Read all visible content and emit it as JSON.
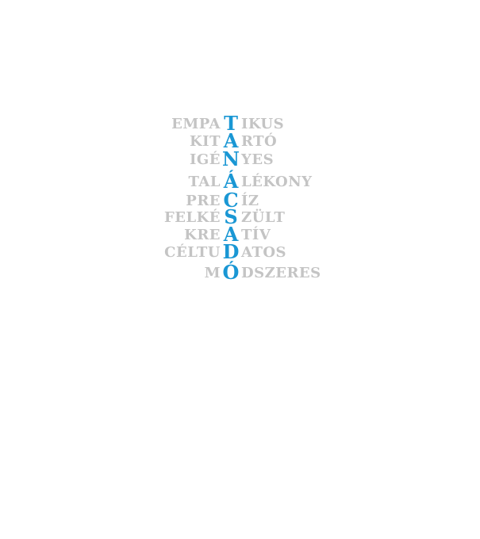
{
  "colors": {
    "background": "#ffffff",
    "accent": "#1a97d4",
    "text": "#c4c4c4"
  },
  "acrostic": {
    "key_word": "TANÁCSADÓ",
    "rows": [
      {
        "pre": "EMPA",
        "key": "T",
        "post": "IKUS"
      },
      {
        "pre": "KIT",
        "key": "A",
        "post": "RTÓ"
      },
      {
        "pre": "IGÉ",
        "key": "N",
        "post": "YES"
      },
      {
        "pre": "TAL",
        "key": "Á",
        "post": "LÉKONY"
      },
      {
        "pre": "PRE",
        "key": "C",
        "post": "ÍZ"
      },
      {
        "pre": "FELKÉ",
        "key": "S",
        "post": "ZÜLT"
      },
      {
        "pre": "KRE",
        "key": "A",
        "post": "TÍV"
      },
      {
        "pre": "CÉLTU",
        "key": "D",
        "post": "ATOS"
      },
      {
        "pre": "M",
        "key": "Ó",
        "post": "DSZERES"
      }
    ]
  }
}
